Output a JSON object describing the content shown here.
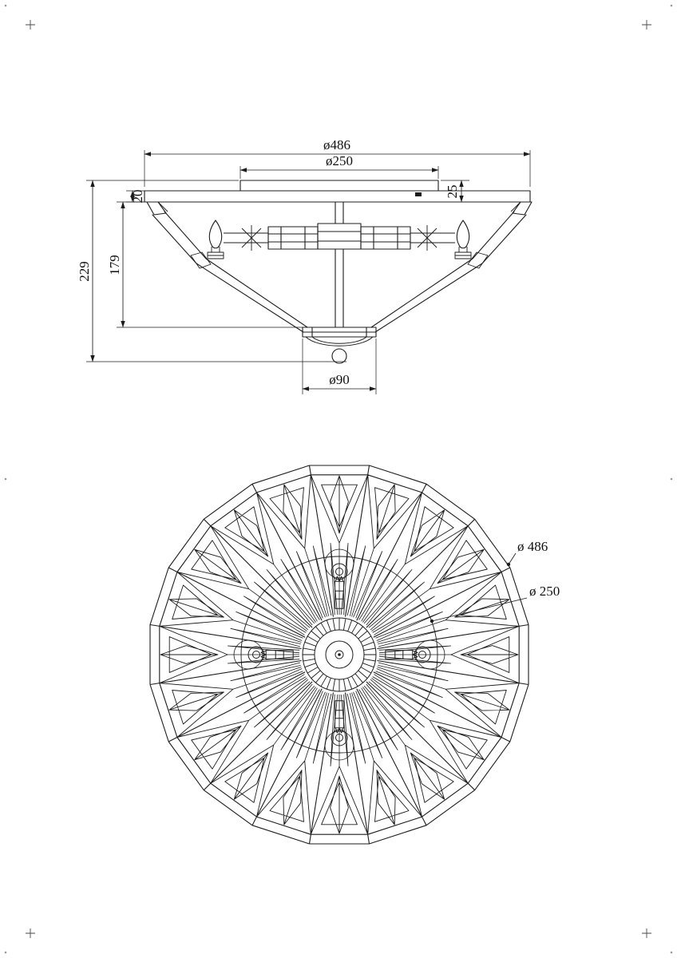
{
  "sheet": {
    "background": "#ffffff",
    "line_color": "#1c1c1c"
  },
  "side_view": {
    "dims": {
      "outer_diameter": "ø486",
      "canopy_diameter": "ø250",
      "canopy_height": "25",
      "plate_thickness": "20",
      "body_height": "179",
      "total_height": "229",
      "finial_diameter": "ø90"
    }
  },
  "plan_view": {
    "dims": {
      "outer_diameter": "ø 486",
      "inner_diameter": "ø 250"
    }
  }
}
